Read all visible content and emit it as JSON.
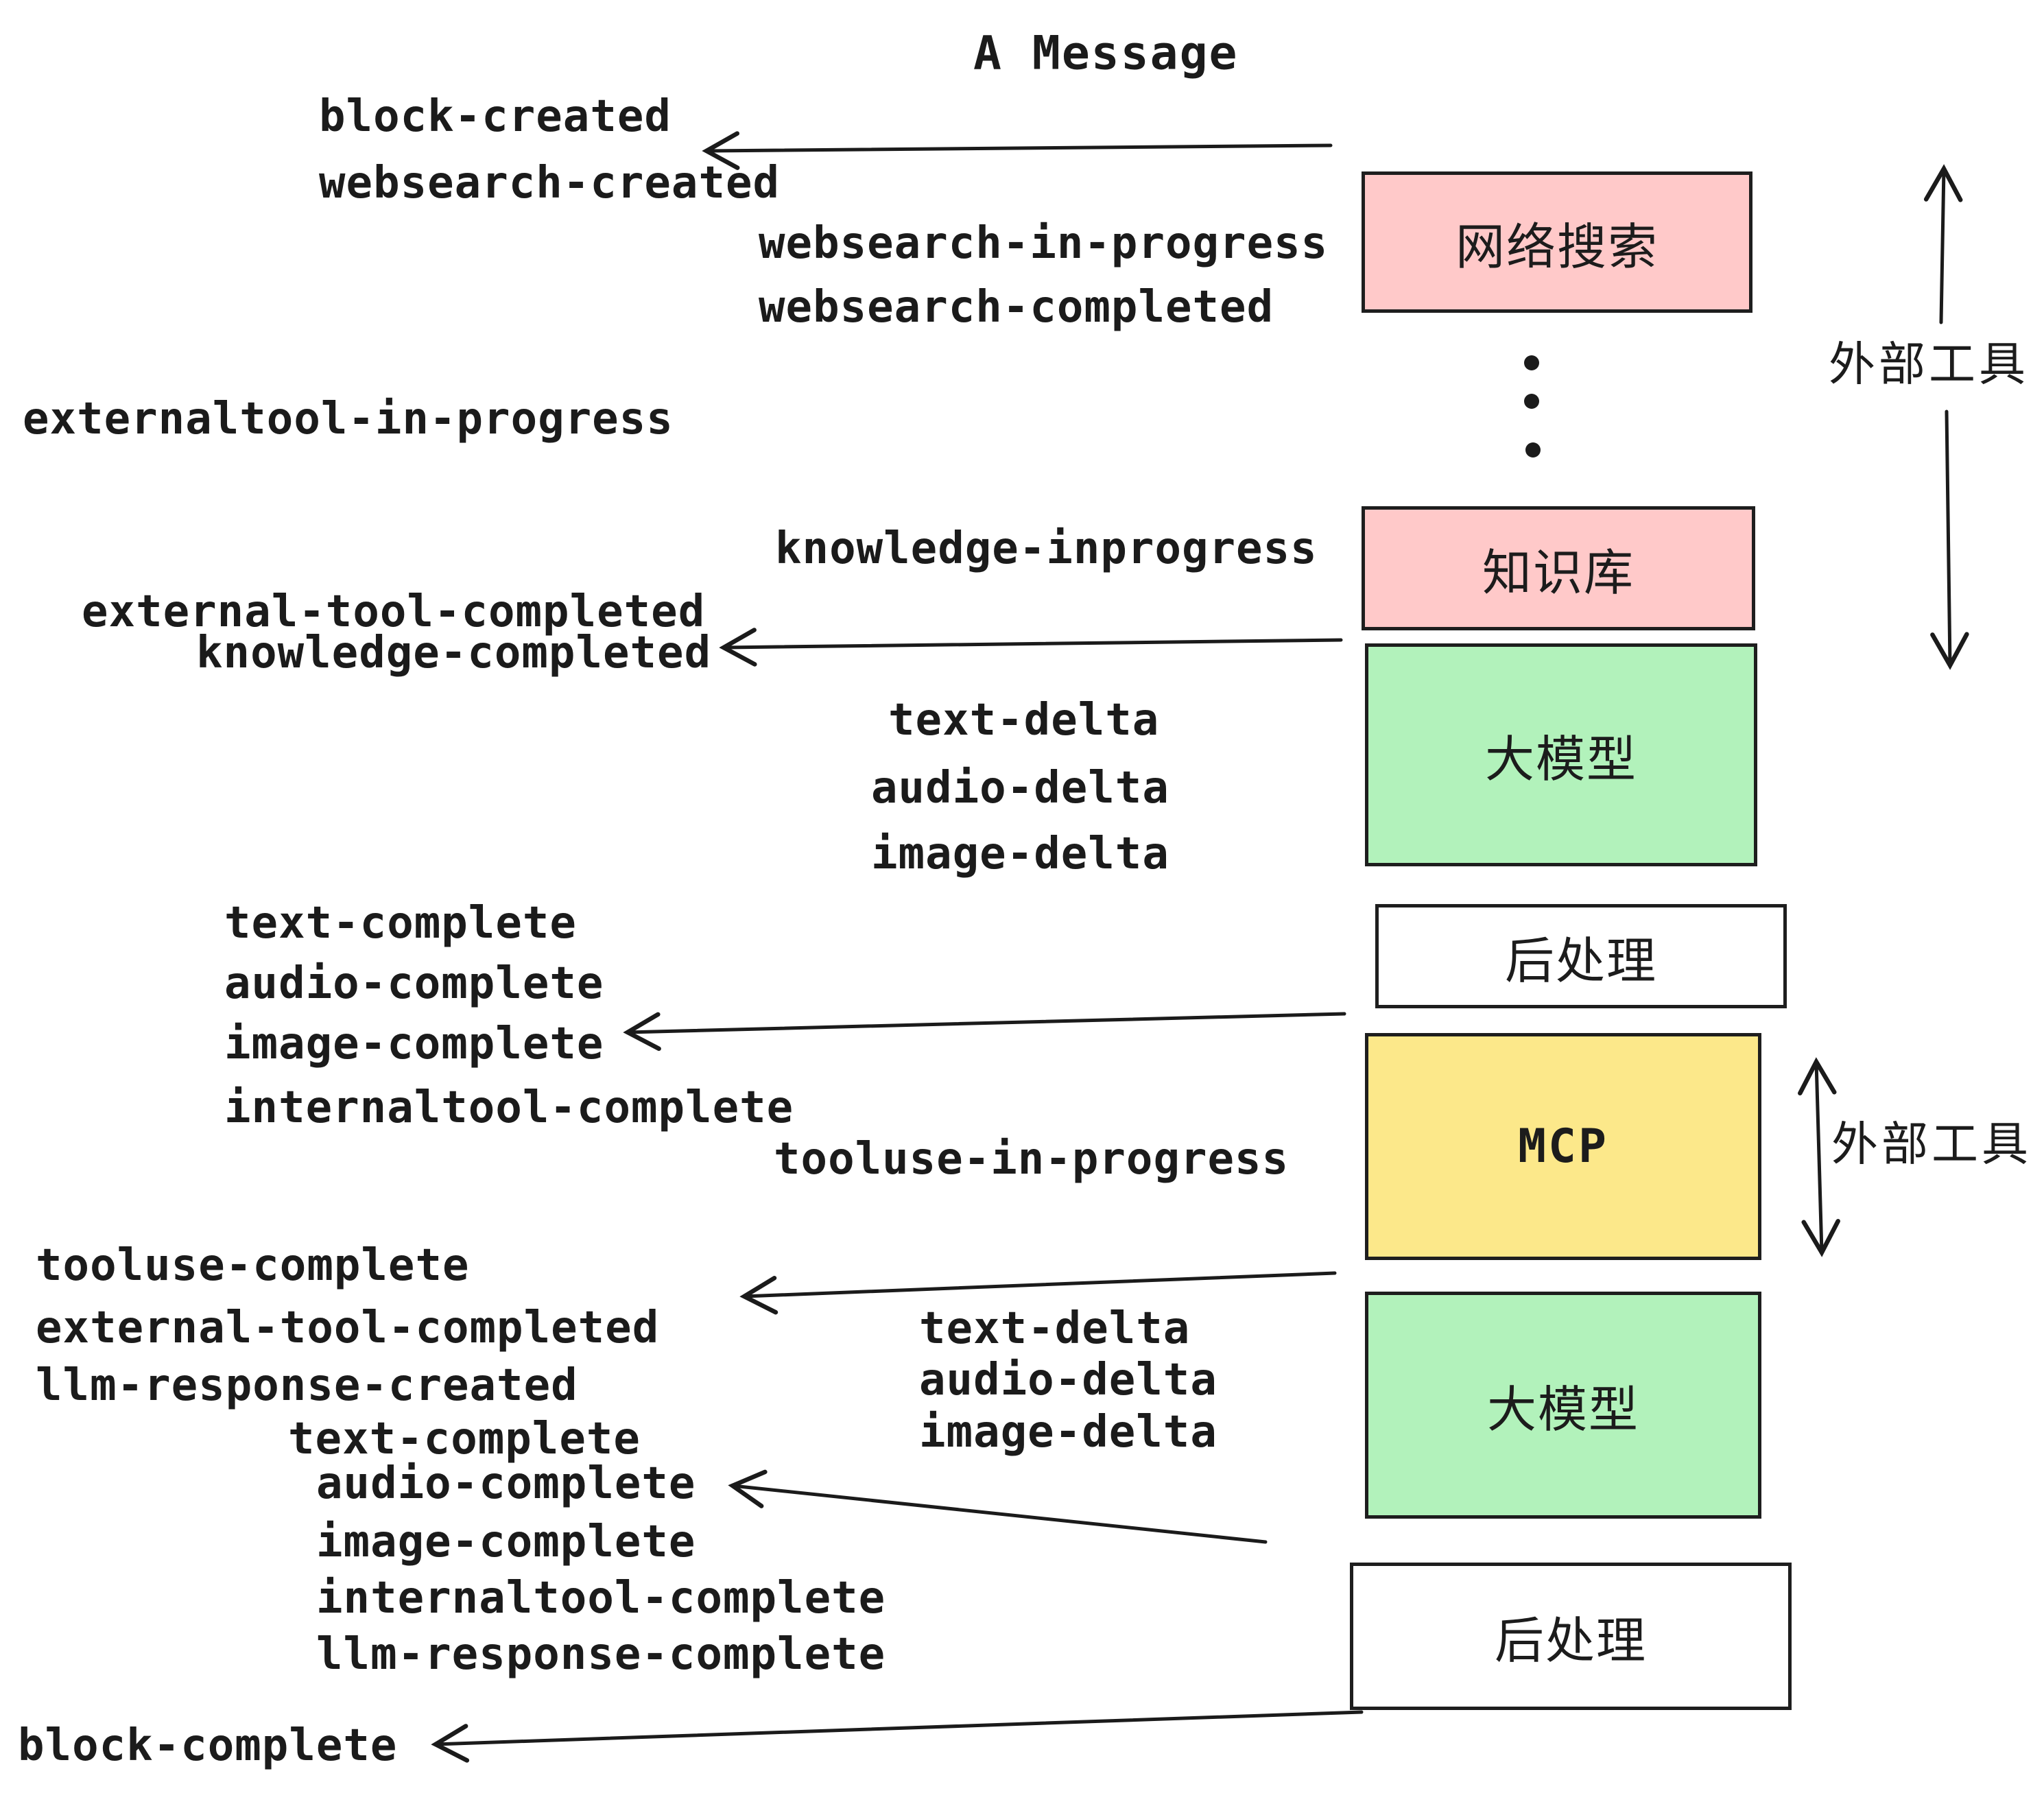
{
  "title": "A Message",
  "events": {
    "block_created": "block-created",
    "websearch_created": "websearch-created",
    "websearch_in_progress": "websearch-in-progress",
    "websearch_completed": "websearch-completed",
    "externaltool_in_progress": "externaltool-in-progress",
    "knowledge_inprogress": "knowledge-inprogress",
    "external_tool_completed_1": "external-tool-completed",
    "knowledge_completed": "knowledge-completed",
    "text_delta_1": "text-delta",
    "audio_delta_1": "audio-delta",
    "image_delta_1": "image-delta",
    "text_complete_1": "text-complete",
    "audio_complete_1": "audio-complete",
    "image_complete_1": "image-complete",
    "internaltool_complete_1": "internaltool-complete",
    "tooluse_in_progress": "tooluse-in-progress",
    "tooluse_complete": "tooluse-complete",
    "external_tool_completed_2": "external-tool-completed",
    "llm_response_created": "llm-response-created",
    "text_delta_2": "text-delta",
    "audio_delta_2": "audio-delta",
    "image_delta_2": "image-delta",
    "text_complete_2": "text-complete",
    "audio_complete_2": "audio-complete",
    "image_complete_2": "image-complete",
    "internaltool_complete_2": "internaltool-complete",
    "llm_response_complete": "llm-response-complete",
    "block_complete": "block-complete"
  },
  "boxes": {
    "websearch": "网络搜索",
    "knowledge": "知识库",
    "llm_1": "大模型",
    "post_1": "后处理",
    "mcp": "MCP",
    "llm_2": "大模型",
    "post_2": "后处理"
  },
  "side_labels": {
    "external_tools_top": "外部工具",
    "external_tools_mid": "外部工具"
  },
  "colors": {
    "box_pink": "#ffc9c9",
    "box_green": "#b2f2bb",
    "box_yellow": "#fce88a",
    "box_white": "#ffffff",
    "stroke": "#1e1e1e",
    "text": "#1b1b1b",
    "background": "#ffffff"
  }
}
